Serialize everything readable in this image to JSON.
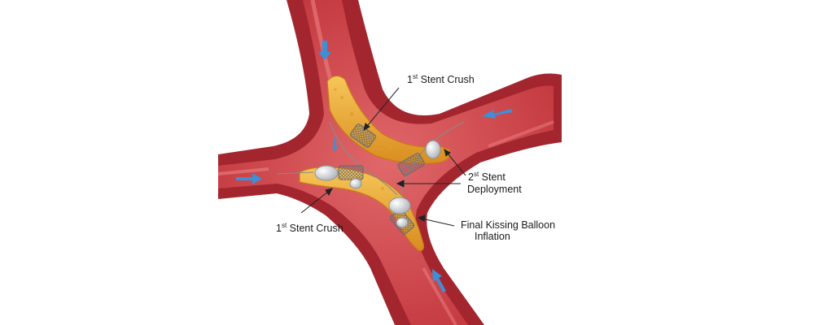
{
  "labels": {
    "crush_top": {
      "num": "1",
      "sup": "st",
      "text": " Stent Crush"
    },
    "crush_bottom": {
      "num": "1",
      "sup": "st",
      "text": " Stent Crush"
    },
    "deploy": {
      "num": "2",
      "sup": "st",
      "text": " Stent",
      "line2": "Deployment"
    },
    "kissing": {
      "line1": "Final Kissing Balloon",
      "line2": "Inflation"
    }
  },
  "colors": {
    "vessel": "#b8303a",
    "vessel_dark": "#8e1f28",
    "vessel_inner": "#d24a50",
    "plaque": "#f0b23a",
    "plaque_dark": "#d88a1e",
    "flow_arrow": "#3d8fd6",
    "stent": "#9a9a9a",
    "balloon": "#d9dde3"
  },
  "icons": [
    "flow-arrow-icon",
    "stent-icon",
    "balloon-icon"
  ]
}
